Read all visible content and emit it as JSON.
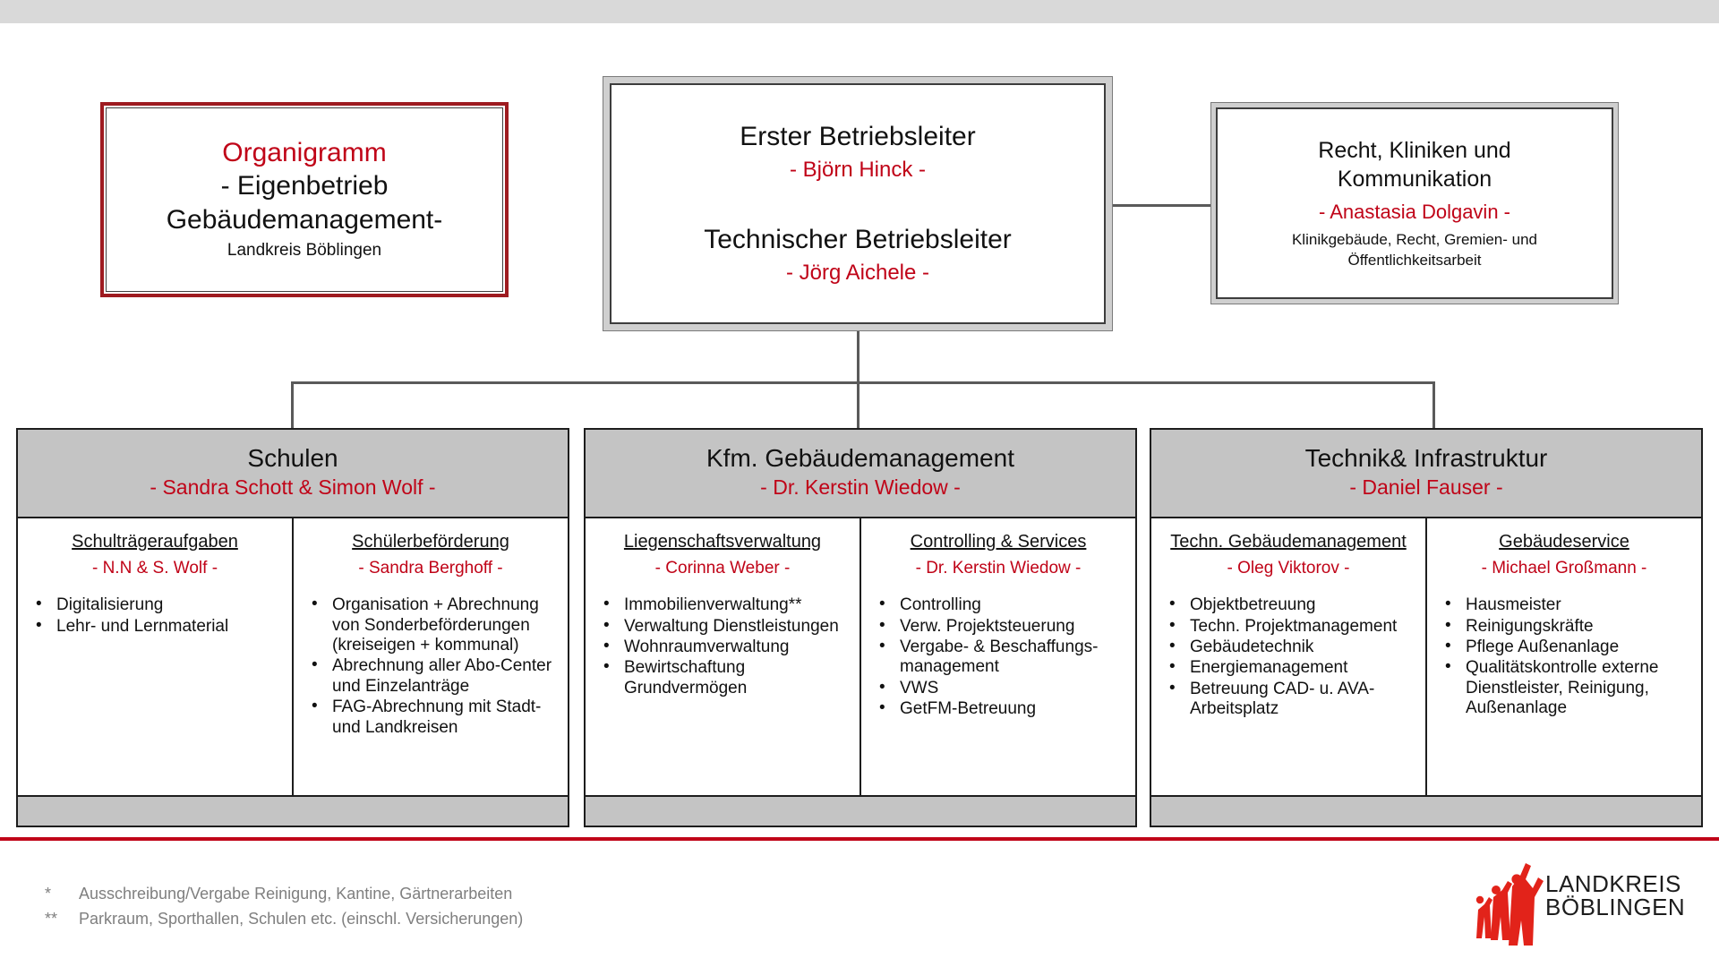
{
  "theme": {
    "accent_red": "#c00418",
    "title_border_red": "#9e1b20",
    "header_gray": "#c4c4c4",
    "frame_gray": "#cfcfcf",
    "footnote_gray": "#7f7f7f",
    "line_gray": "#5a5a5a"
  },
  "title_box": {
    "heading": "Organigramm",
    "subheading": "- Eigenbetrieb",
    "subheading2": "Gebäudemanagement-",
    "org": "Landkreis Böblingen"
  },
  "top_box": {
    "role1": "Erster Betriebsleiter",
    "name1": "- Björn Hinck -",
    "role2": "Technischer Betriebsleiter",
    "name2": "- Jörg Aichele -"
  },
  "right_box": {
    "role_line1": "Recht, Kliniken und",
    "role_line2": "Kommunikation",
    "name": "- Anastasia Dolgavin -",
    "desc_line1": "Klinikgebäude, Recht, Gremien- und",
    "desc_line2": "Öffentlichkeitsarbeit"
  },
  "departments": [
    {
      "title": "Schulen",
      "lead": "- Sandra Schott & Simon Wolf -",
      "units": [
        {
          "title": "Schulträgeraufgaben",
          "lead": "- N.N & S. Wolf -",
          "items": [
            "Digitalisierung",
            "Lehr- und Lernmaterial"
          ]
        },
        {
          "title": "Schülerbeförderung",
          "lead": "- Sandra Berghoff -",
          "items": [
            "Organisation + Abrechnung von Sonderbeförderungen (kreiseigen + kommunal)",
            "Abrechnung aller Abo-Center und Einzelanträge",
            "FAG-Abrechnung mit Stadt- und Landkreisen"
          ]
        }
      ]
    },
    {
      "title": "Kfm. Gebäudemanagement",
      "lead": "- Dr. Kerstin Wiedow -",
      "units": [
        {
          "title": "Liegenschaftsverwaltung",
          "lead": "- Corinna Weber -",
          "items": [
            "Immobilienverwaltung**",
            "Verwaltung Dienstleistungen",
            "Wohnraumverwaltung",
            "Bewirtschaftung Grundvermögen"
          ]
        },
        {
          "title": "Controlling & Services",
          "lead": "- Dr. Kerstin Wiedow -",
          "items": [
            "Controlling",
            "Verw. Projektsteuerung",
            "Vergabe- & Beschaffungs-management",
            "VWS",
            "GetFM-Betreuung"
          ]
        }
      ]
    },
    {
      "title": "Technik& Infrastruktur",
      "lead": "- Daniel Fauser -",
      "units": [
        {
          "title": "Techn. Gebäudemanagement",
          "lead": "- Oleg Viktorov -",
          "items": [
            "Objektbetreuung",
            "Techn. Projektmanagement",
            "Gebäudetechnik",
            "Energiemanagement",
            "Betreuung CAD- u. AVA-Arbeitsplatz"
          ]
        },
        {
          "title": "Gebäudeservice",
          "lead": "- Michael Großmann -",
          "items": [
            "Hausmeister",
            "Reinigungskräfte",
            "Pflege Außenanlage",
            "Qualitätskontrolle externe Dienstleister, Reinigung, Außenanlage"
          ]
        }
      ]
    }
  ],
  "footnotes": [
    {
      "mark": "*",
      "text": "Ausschreibung/Vergabe Reinigung, Kantine, Gärtnerarbeiten"
    },
    {
      "mark": "**",
      "text": "Parkraum, Sporthallen, Schulen  etc. (einschl. Versicherungen)"
    }
  ],
  "logo": {
    "line1": "LANDKREIS",
    "line2": "BÖBLINGEN"
  }
}
